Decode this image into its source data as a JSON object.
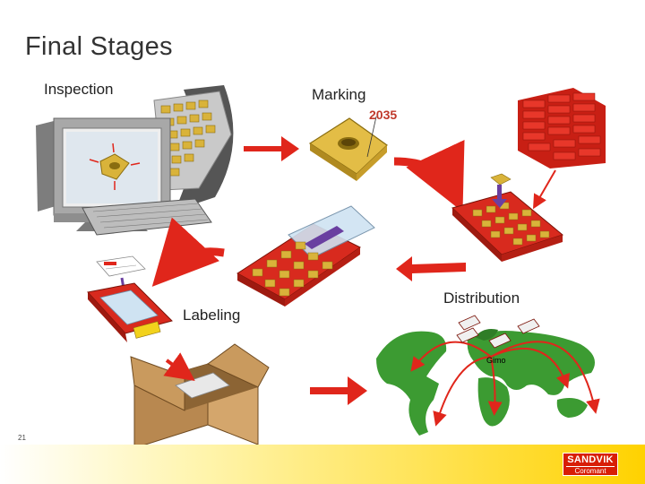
{
  "slide": {
    "title": "Final Stages",
    "page_number": "21"
  },
  "stages": {
    "inspection": "Inspection",
    "marking": "Marking",
    "labeling": "Labeling",
    "distribution": "Distribution"
  },
  "marking_code": "2035",
  "map_label": "Gimo",
  "logo": {
    "main": "SANDVIK",
    "sub": "Coromant"
  },
  "colors": {
    "insert_gold": "#d9b33a",
    "tray_red": "#d82a1e",
    "arrow_red": "#e0261b",
    "box_brown": "#c99a5e",
    "map_green": "#3c9b32",
    "monitor_gray": "#9a9a9a",
    "logo_red": "#d81e05",
    "footer_yellow": "#ffd200"
  }
}
